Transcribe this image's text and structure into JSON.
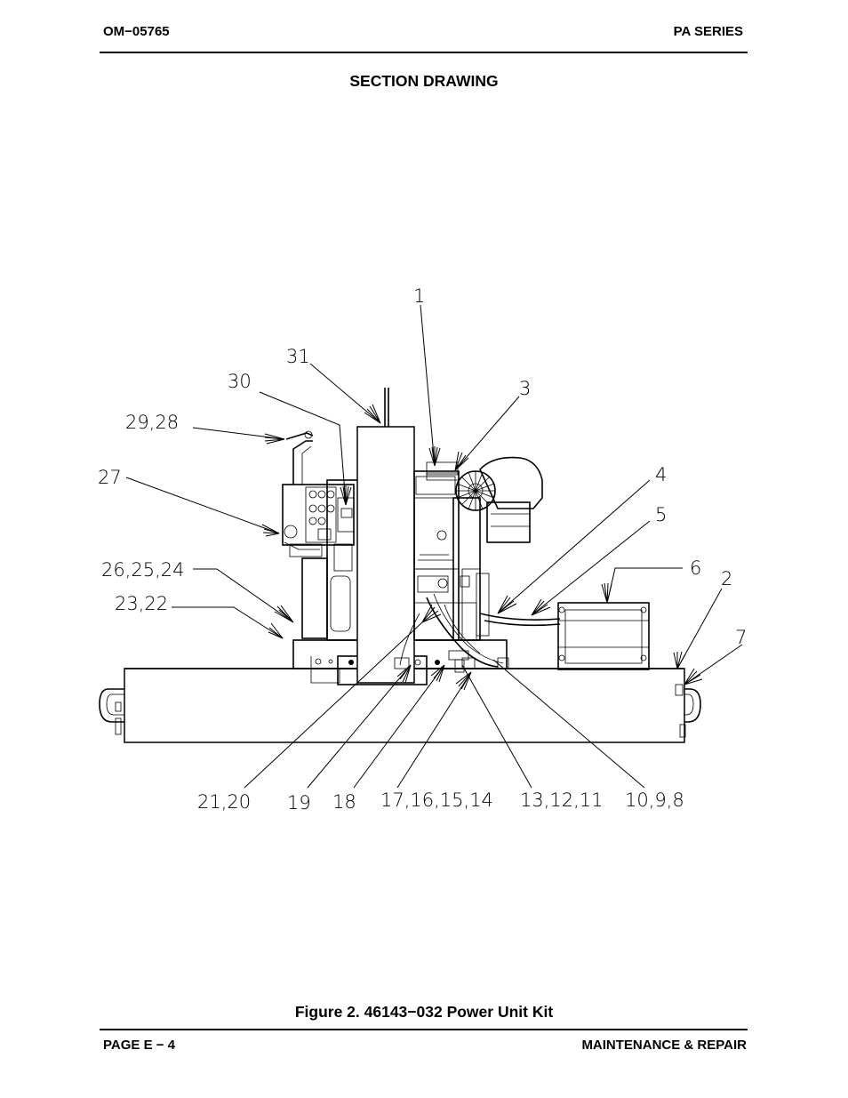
{
  "header": {
    "doc_number": "OM−05765",
    "series": "PA SERIES"
  },
  "page_title": "SECTION DRAWING",
  "figure": {
    "caption": "Figure 2. 46143−032 Power Unit Kit",
    "callouts": {
      "c1": "1",
      "c31": "31",
      "c30": "30",
      "c3": "3",
      "c29_28": "29,28",
      "c27": "27",
      "c4": "4",
      "c5": "5",
      "c26_25_24": "26,25,24",
      "c6": "6",
      "c2": "2",
      "c23_22": "23,22",
      "c7": "7",
      "c21_20": "21,20",
      "c19": "19",
      "c18": "18",
      "c17_16_15_14": "17,16,15,14",
      "c13_12_11": "13,12,11",
      "c10_9_8": "10,9,8"
    }
  },
  "footer": {
    "page": "PAGE E − 4",
    "section": "MAINTENANCE & REPAIR"
  }
}
